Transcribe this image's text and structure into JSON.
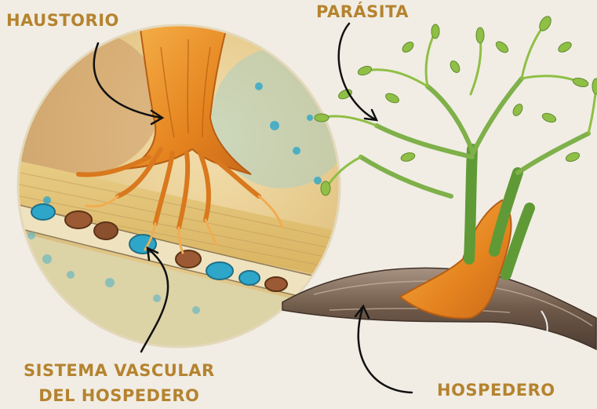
{
  "labels": {
    "haustorio": "HAUSTORIO",
    "parasita": "PARÁSITA",
    "sistema_line1": "SISTEMA VASCULAR",
    "sistema_line2": "DEL HOSPEDERO",
    "hospedero": "HOSPEDERO"
  },
  "colors": {
    "background": "#f1ede4",
    "label": "#b5832f",
    "haustorium": "#e58a24",
    "leaf": "#8fbf45",
    "stem": "#5f9a36",
    "bark": "#7a6352",
    "vessel_blue": "#2ea6c9",
    "vessel_brown": "#9b5a33",
    "arrow": "#111111"
  }
}
